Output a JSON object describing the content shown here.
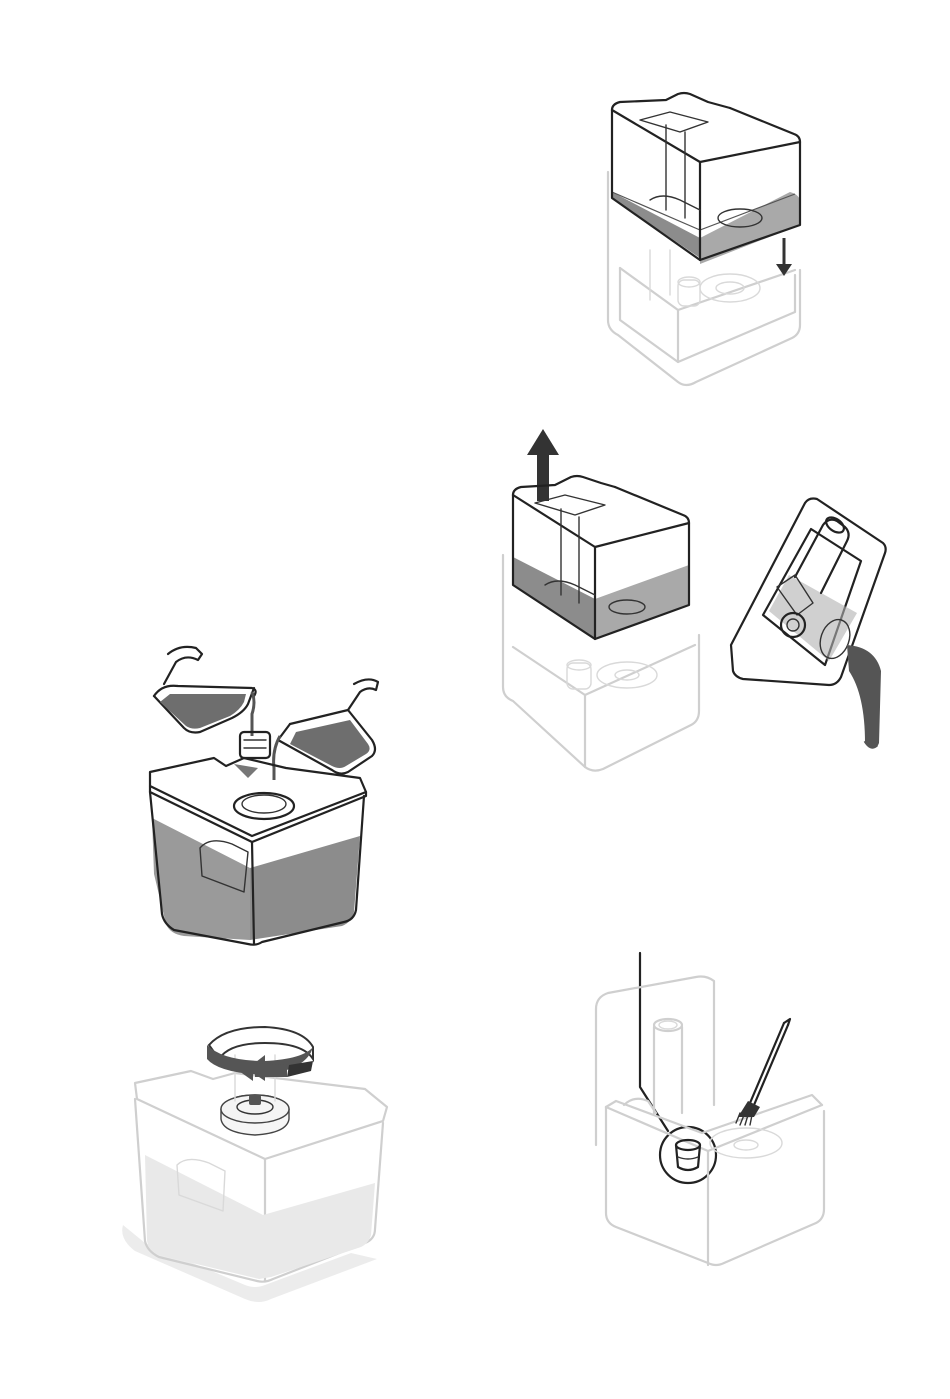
{
  "illustration": {
    "panels": [
      {
        "id": "fill-tank-pour",
        "icon": "pouring-jugs-icon"
      },
      {
        "id": "lower-tank",
        "icon": "down-arrow-icon"
      },
      {
        "id": "lift-and-drain",
        "icon": "up-arrow-icon"
      },
      {
        "id": "twist-cap",
        "icon": "rotate-arrow-icon"
      },
      {
        "id": "clean-filter",
        "icon": "brush-icon"
      }
    ],
    "colors": {
      "outline": "#222222",
      "water": "#9a9a9a",
      "ghost_outline": "#cfcfcf",
      "ghost_water": "#e6e6e6",
      "arrow": "#333333"
    }
  }
}
